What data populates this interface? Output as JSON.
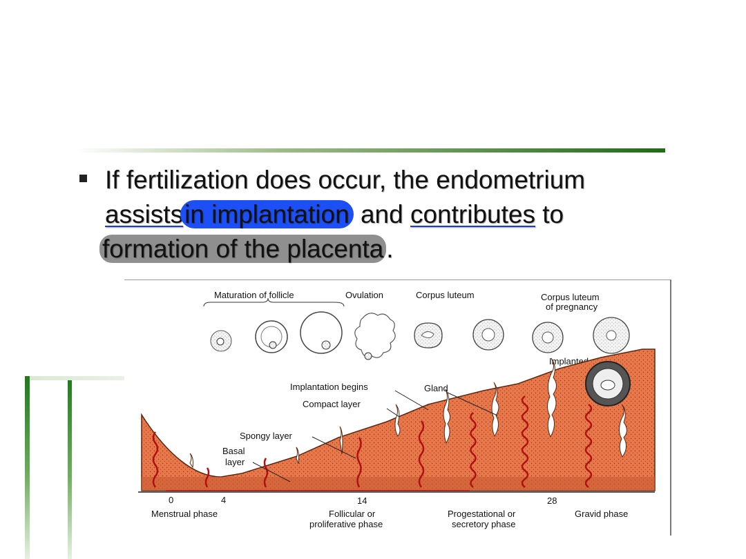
{
  "slide": {
    "bullet_text_1": "If fertilization does occur, the endometrium",
    "underlined_1": "assists",
    "highlighted_blue": "in implantation",
    "word_and": " and ",
    "underlined_2": "contributes",
    "word_to": " to",
    "highlighted_gray": "formation of the placenta",
    "period": "."
  },
  "figure": {
    "labels": {
      "maturation": "Maturation of follicle",
      "ovulation": "Ovulation",
      "corpus_luteum": "Corpus luteum",
      "corpus_luteum_preg_1": "Corpus luteum",
      "corpus_luteum_preg_2": "of pregnancy",
      "implanted_embryo": "Implanted embryo",
      "implantation_begins": "Implantation begins",
      "gland": "Gland",
      "compact_layer": "Compact layer",
      "spongy_layer": "Spongy layer",
      "basal_1": "Basal",
      "basal_2": "layer"
    },
    "ticks": {
      "t0": "0",
      "t4": "4",
      "t14": "14",
      "t28": "28"
    },
    "phases": {
      "menstrual": "Menstrual phase",
      "follicular_1": "Follicular or",
      "follicular_2": "proliferative phase",
      "progestational_1": "Progestational or",
      "progestational_2": "secretory phase",
      "gravid": "Gravid phase"
    },
    "colors": {
      "tissue": "#e8774a",
      "vessels": "#b01010"
    }
  }
}
